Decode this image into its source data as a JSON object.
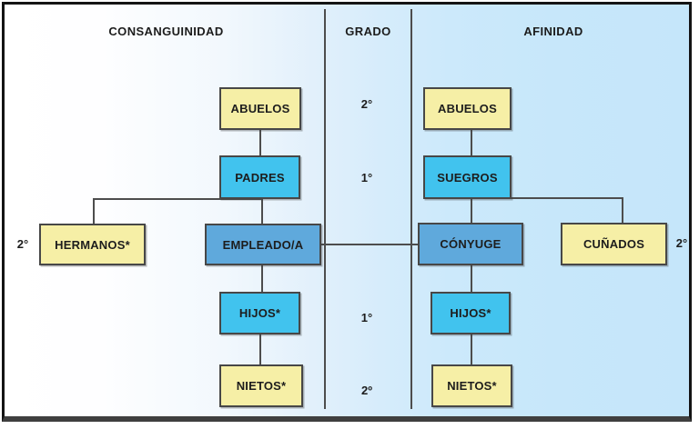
{
  "headers": {
    "left": "CONSANGUINIDAD",
    "middle": "GRADO",
    "right": "AFINIDAD"
  },
  "consanguinidad": {
    "abuelos": "ABUELOS",
    "padres": "PADRES",
    "hermanos": "HERMANOS*",
    "hermanos_degree": "2°",
    "empleado": "EMPLEADO/A",
    "hijos": "HIJOS*",
    "nietos": "NIETOS*"
  },
  "grado_labels": {
    "abuelos_row": "2°",
    "padres_row": "1°",
    "hijos_row": "1°",
    "nietos_row": "2º"
  },
  "afinidad": {
    "abuelos": "ABUELOS",
    "suegros": "SUEGROS",
    "conyuge": "CÓNYUGE",
    "cunados": "CUÑADOS",
    "cunados_degree": "2°",
    "hijos": "HIJOS*",
    "nietos": "NIETOS*"
  },
  "colors": {
    "box_yellow": "#F6EFA6",
    "box_cyan": "#41C3EE",
    "box_blue": "#5FA9DC",
    "line": "#4D4D4D",
    "frame": "#141414",
    "bg_left": "#FFFFFF",
    "bg_right": "#C7E7FA"
  }
}
